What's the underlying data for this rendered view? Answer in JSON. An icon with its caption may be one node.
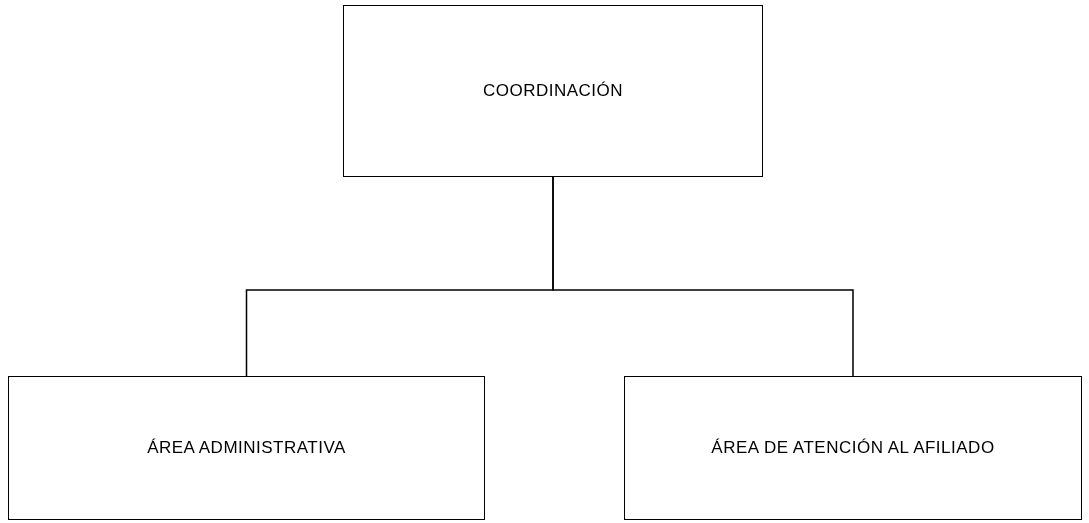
{
  "diagram": {
    "nodes": [
      {
        "text": [
          "COORDINACIÓN"
        ]
      },
      {
        "text": [
          "ÁREA ADMINISTRATIVA"
        ]
      },
      {
        "text": [
          "ÁREA DE ATENCIÓN AL AFILIADO"
        ]
      }
    ],
    "edges": [
      {
        "from": 0,
        "to": 1,
        "arrow": "none"
      },
      {
        "from": 0,
        "to": 2,
        "arrow": "none"
      }
    ]
  }
}
